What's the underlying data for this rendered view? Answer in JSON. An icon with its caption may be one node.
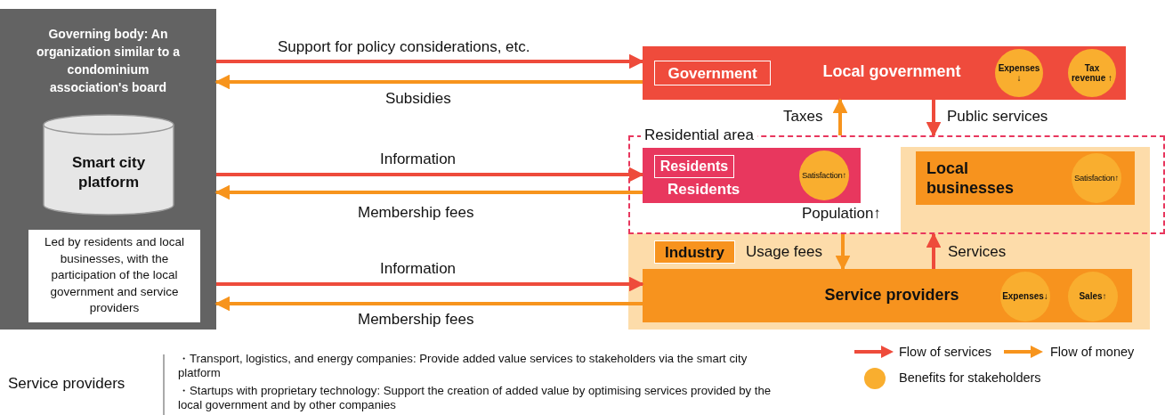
{
  "diagram": {
    "nodes": [
      {
        "text": [
          "Governing body: An organization similar to a condominium association's board"
        ]
      },
      {
        "text": [
          "Smart city platform"
        ],
        "in": 0
      },
      {
        "text": [
          "Led by residents and local businesses, with the participation of the local government and service providers"
        ],
        "in": 0
      },
      {
        "text": [
          "Local government"
        ]
      },
      {
        "text": [
          "Government"
        ],
        "in": 3
      },
      {
        "text": [
          "Expenses ↓"
        ],
        "in": 3
      },
      {
        "text": [
          "Tax revenue ↑"
        ],
        "in": 3
      },
      {
        "text": [
          "Residential area"
        ]
      },
      {
        "text": [
          "Residents"
        ],
        "in": 7
      },
      {
        "text": [
          "Residents"
        ],
        "in": 8
      },
      {
        "text": [
          "Satisfaction↑"
        ],
        "in": 8
      },
      {
        "text": [],
        "shape": "box"
      },
      {
        "text": [
          "Industry"
        ],
        "in": 11
      },
      {
        "text": [
          "Local businesses"
        ],
        "in": 7
      },
      {
        "text": [
          "Satisfaction↑"
        ],
        "in": 13
      },
      {
        "text": [
          "Service providers"
        ],
        "in": 11
      },
      {
        "text": [
          "Expenses↓"
        ],
        "in": 15
      },
      {
        "text": [
          "Sales↑"
        ],
        "in": 15
      }
    ],
    "edges": [
      {
        "from": 0,
        "to": 3,
        "arrow": "to",
        "label": "Support for policy considerations, etc."
      },
      {
        "from": 3,
        "to": 0,
        "arrow": "to",
        "label": "Subsidies",
        "color": "#f7941d"
      },
      {
        "from": 0,
        "to": 8,
        "arrow": "to",
        "label": "Information"
      },
      {
        "from": 8,
        "to": 0,
        "arrow": "to",
        "label": "Membership fees",
        "color": "#f7941d"
      },
      {
        "from": 0,
        "to": 15,
        "arrow": "to",
        "label": "Information"
      },
      {
        "from": 15,
        "to": 0,
        "arrow": "to",
        "label": "Membership fees",
        "color": "#f7941d"
      },
      {
        "from": 7,
        "to": 3,
        "arrow": "to",
        "label": "Taxes",
        "color": "#f7941d"
      },
      {
        "from": 3,
        "to": 7,
        "arrow": "to",
        "label": "Public services"
      },
      {
        "from": 7,
        "to": 15,
        "arrow": "to",
        "label": "Usage fees",
        "color": "#f7941d"
      },
      {
        "from": 15,
        "to": 7,
        "arrow": "to",
        "label": "Services"
      }
    ],
    "labels": [
      "Population↑",
      "Service providers",
      "・Transport, logistics, and energy companies: Provide added value services to stakeholders via the smart city platform",
      "・Startups with proprietary technology: Support the creation of added value by optimising services provided by the local government and by other companies"
    ],
    "legend": [
      {
        "text": "Flow of services"
      },
      {
        "text": "Flow of money"
      },
      {
        "text": "Benefits for stakeholders",
        "color": "#f9ae2f"
      }
    ]
  }
}
